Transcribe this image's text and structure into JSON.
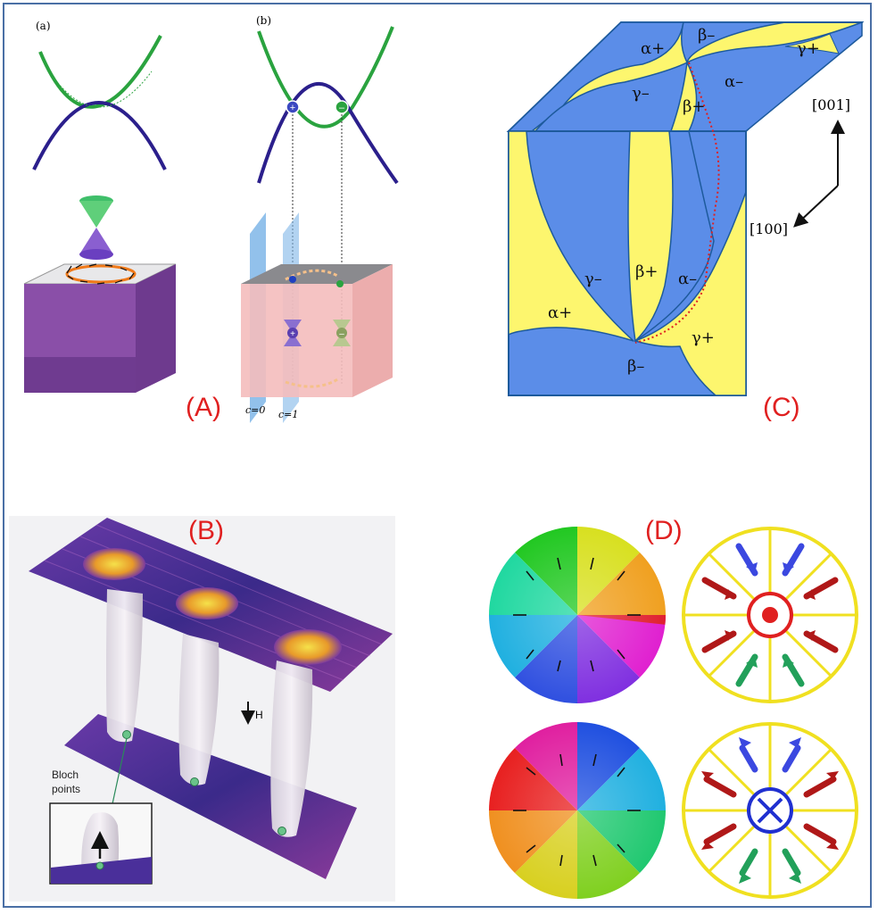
{
  "panels": {
    "A": {
      "label": "(A)",
      "sub_a": "(a)",
      "sub_b": "(b)",
      "c0": "c=0",
      "c1": "c=1"
    },
    "B": {
      "label": "(B)",
      "field": "H",
      "bloch_1": "Bloch",
      "bloch_2": "points"
    },
    "C": {
      "label": "(C)",
      "regions": [
        "α+",
        "β–",
        "γ+",
        "γ–",
        "β+",
        "α–",
        "γ–",
        "β+",
        "α–",
        "α+",
        "γ+",
        "β–"
      ],
      "dir_001": "[001]",
      "dir_100": "[100]"
    },
    "D": {
      "label": "(D)"
    }
  },
  "colors": {
    "yellow": "#fdf66e",
    "blue": "#5b8de8",
    "edge": "#1d5a9c",
    "green_band": "#2aa33f",
    "navy_band": "#2b1f8c",
    "label_red": "#e02020",
    "arrow_blue": "#3b48e0",
    "arrow_red": "#b01818",
    "arrow_green": "#22a05a"
  }
}
